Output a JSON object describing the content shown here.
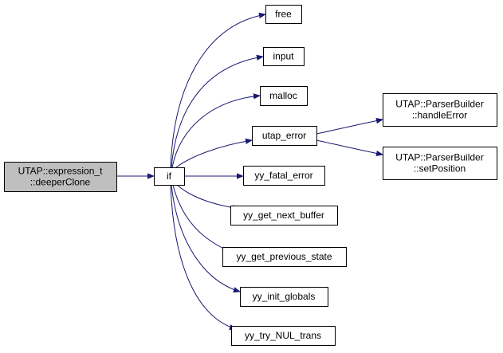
{
  "graph": {
    "edge_color": "#191970",
    "root_fill": "#bfbfbf",
    "nodes": [
      {
        "id": "root",
        "lines": [
          "UTAP::expression_t",
          "::deeperClone"
        ],
        "root": true
      },
      {
        "id": "if",
        "lines": [
          "if"
        ]
      },
      {
        "id": "free",
        "lines": [
          "free"
        ]
      },
      {
        "id": "input",
        "lines": [
          "input"
        ]
      },
      {
        "id": "malloc",
        "lines": [
          "malloc"
        ]
      },
      {
        "id": "utap_error",
        "lines": [
          "utap_error"
        ]
      },
      {
        "id": "yy_fatal_error",
        "lines": [
          "yy_fatal_error"
        ]
      },
      {
        "id": "yy_get_next_buffer",
        "lines": [
          "yy_get_next_buffer"
        ]
      },
      {
        "id": "yy_get_previous_state",
        "lines": [
          "yy_get_previous_state"
        ]
      },
      {
        "id": "yy_init_globals",
        "lines": [
          "yy_init_globals"
        ]
      },
      {
        "id": "yy_try_NUL_trans",
        "lines": [
          "yy_try_NUL_trans"
        ]
      },
      {
        "id": "handleError",
        "lines": [
          "UTAP::ParserBuilder",
          "::handleError"
        ]
      },
      {
        "id": "setPosition",
        "lines": [
          "UTAP::ParserBuilder",
          "::setPosition"
        ]
      }
    ],
    "edges": [
      {
        "from": "root",
        "to": "if"
      },
      {
        "from": "if",
        "to": "free"
      },
      {
        "from": "if",
        "to": "input"
      },
      {
        "from": "if",
        "to": "malloc"
      },
      {
        "from": "if",
        "to": "utap_error"
      },
      {
        "from": "if",
        "to": "yy_fatal_error"
      },
      {
        "from": "if",
        "to": "yy_get_next_buffer"
      },
      {
        "from": "if",
        "to": "yy_get_previous_state"
      },
      {
        "from": "if",
        "to": "yy_init_globals"
      },
      {
        "from": "if",
        "to": "yy_try_NUL_trans"
      },
      {
        "from": "utap_error",
        "to": "handleError"
      },
      {
        "from": "utap_error",
        "to": "setPosition"
      }
    ]
  }
}
